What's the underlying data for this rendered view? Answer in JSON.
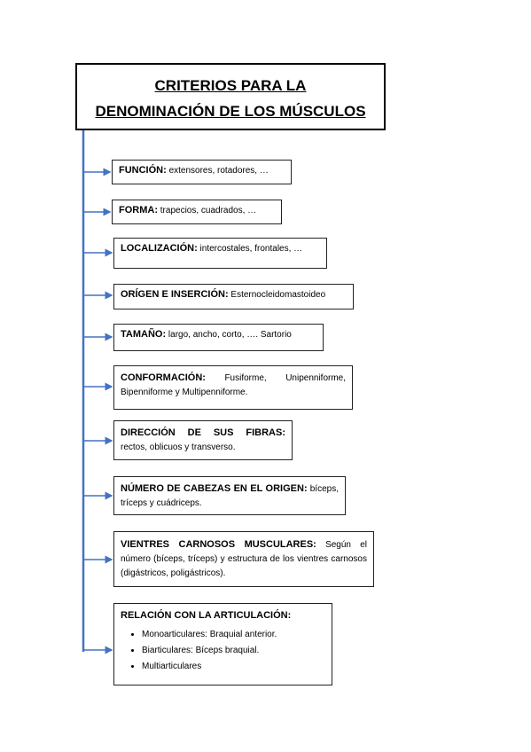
{
  "title": {
    "line1": "CRITERIOS PARA LA",
    "line2": "DENOMINACIÓN DE LOS MÚSCULOS"
  },
  "colors": {
    "connector": "#4472C4",
    "border": "#222222"
  },
  "criteria": [
    {
      "label": "FUNCIÓN:",
      "text": "extensores, rotadores, …"
    },
    {
      "label": "FORMA:",
      "text": "trapecios, cuadrados, …"
    },
    {
      "label": "LOCALIZACIÓN:",
      "text": "intercostales, frontales, …"
    },
    {
      "label": "ORÍGEN E INSERCIÓN:",
      "text": "Esternocleidomastoideo"
    },
    {
      "label": "TAMAÑO:",
      "text": "largo, ancho, corto, …. Sartorio"
    },
    {
      "label": "CONFORMACIÓN:",
      "text": "Fusiforme, Unipenniforme, Bipenniforme y Multipenniforme."
    },
    {
      "label": "DIRECCIÓN DE SUS FIBRAS:",
      "text": "rectos, oblicuos y transverso."
    },
    {
      "label": "NÚMERO DE CABEZAS EN EL ORIGEN:",
      "text": "bíceps, tríceps y cuádriceps."
    },
    {
      "label": "VIENTRES CARNOSOS MUSCULARES:",
      "text": "Según el número (bíceps, tríceps) y estructura de los vientres carnosos (digástricos, poligástricos)."
    },
    {
      "label": "RELACIÓN CON LA ARTICULACIÓN:",
      "items": [
        "Monoarticulares: Braquial anterior.",
        "Biarticulares: Bíceps braquial.",
        "Multiarticulares"
      ]
    }
  ]
}
